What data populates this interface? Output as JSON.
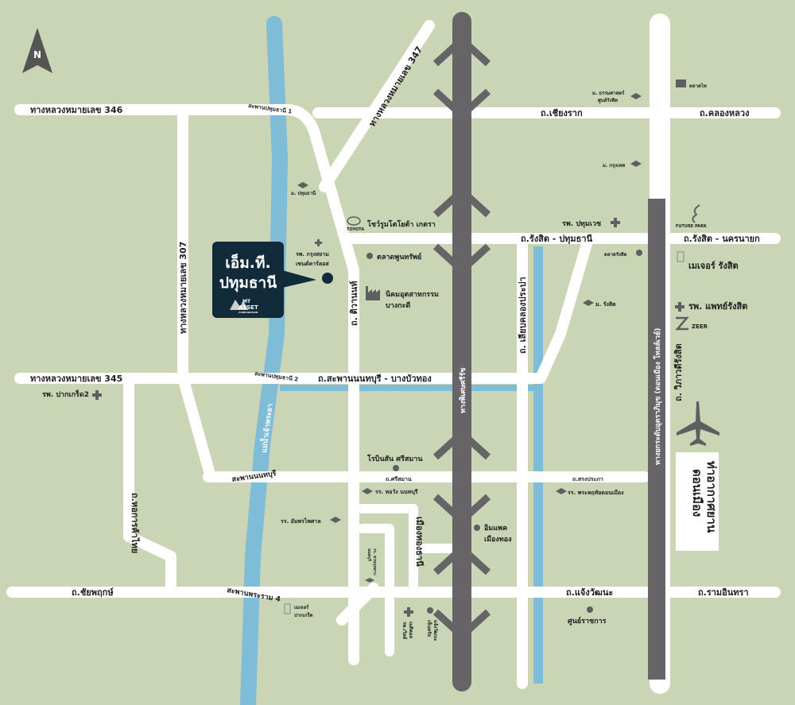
{
  "colors": {
    "background": "#cad5b6",
    "road": "#ffffff",
    "expressway": "#666466",
    "water": "#7fbcd8",
    "callout": "#112b3a",
    "icon": "#5f5f5f"
  },
  "compass": {
    "label": "N"
  },
  "project": {
    "name_line1": "เอ็ม.ที.",
    "name_line2": "ปทุมธานี",
    "logo_line1": "MT",
    "logo_line2": "ASSET",
    "logo_line3": "CORPORATION"
  },
  "roads": {
    "hwy346": "ทางหลวงหมายเลข 346",
    "hwy347": "ทางหลวงหมายเลข 347",
    "hwy307": "ทางหลวงหมายเลข 307",
    "hwy345": "ทางหลวงหมายเลข 345",
    "bridge1": "สะพานปทุมธานี 1",
    "bridge2": "สะพานปทุมธานี 2",
    "nonthaburi_bridge": "สะพานนนทบุรี",
    "rama4_bridge": "สะพานพระราม 4",
    "chiang_rak": "ถ.เชียงราก",
    "khlong_luang": "ถ.คลองหลวง",
    "rangsit_pathum": "ถ.รังสิต - ปทุมธานี",
    "rangsit_nakhonnayok": "ถ.รังสิต - นครนายก",
    "tiwanon": "ถ. ติวานนท์",
    "nonthaburi_bangbuathong": "ถ.สะพานนนทบุรี - บางบัวทอง",
    "hokarnkhathai": "ถ.หอการค้าไทย",
    "srisaman": "ถ.ศรีสมาน",
    "songprapa": "ถ.สรงประภา",
    "chaiyaphruek": "ถ.ชัยพฤกษ์",
    "chaengwattana": "ถ.แจ้งวัฒนะ",
    "ramintra": "ถ.รามอินทรา",
    "muangthong": "เมืองทองธานี",
    "liab_khlong_prapa": "ถ. เลียบคลองประปา",
    "vibhavadi": "ถ. วิภาวดีรังสิต",
    "kanchanaphisek": "ทางพิเศษศรีรัช",
    "tollway": "ทางยกระดับอุตราภิมุข (ดอนเมือง โทลล์เวย์)",
    "river": "แม่น้ำเจ้าพระยา"
  },
  "places": {
    "pathum_univ": "ม. ปทุมธานี",
    "kasem_hospital": "รพ. กรุงสยาม",
    "kasem_hospital2": "เซนต์คาร์ลอส",
    "toyota_brand": "TOYOTA",
    "toyota": "โชว์รูมโตโยต้า เกตรา",
    "poonsap_market": "ตลาดพูนทรัพย์",
    "industrial1": "นิคมอุตสาหกรรม",
    "industrial2": "บางกะดี",
    "thammasat1": "ม. ธรรมศาสตร์",
    "thammasat2": "ศูนย์รังสิต",
    "talad_thai": "ตลาดไท",
    "bangkok_univ": "ม. กรุงเทพ",
    "pathumvech": "รพ. ปทุมเวช",
    "future_park": "FUTURE PARK",
    "rangsit_market": "ตลาดรังสิต",
    "major_rangsit": "เมเจอร์ รังสิต",
    "rangsit_univ": "ม. รังสิต",
    "paet_rangsit": "รพ. แพทย์รังสิต",
    "zeer": "ZEER",
    "pakkret_hospital": "รพ. ปากเกร็ด2",
    "robinson": "โรบินสัน ศรีสมาน",
    "horwang": "รร. หอวัง นนทบุรี",
    "amporn": "รร. อัมพรไพศาล",
    "school_small1": "รร. สวนกุหลาบ",
    "school_small2": "นนทบุรี",
    "impact1": "อิมแพค",
    "impact2": "เมืองทอง",
    "phrathai": "รร. พระหฤทัยดอนเมือง",
    "major_pakkret1": "เมเจอร์",
    "major_pakkret2": "ปากเกร็ด",
    "hospital_bottom1": "รพ.เวิลด์",
    "hospital_bottom2": "เมดิคอล",
    "central1": "เซ็นทรัล",
    "central2": "แจ้งวัฒนะ",
    "government": "ศูนย์ราชการ",
    "airport1": "ท่าอากาศยาน",
    "airport2": "ดอนเมือง"
  }
}
